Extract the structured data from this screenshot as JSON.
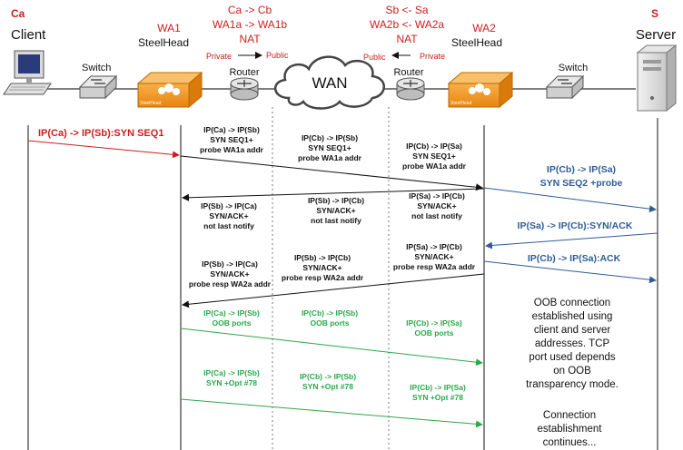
{
  "colors": {
    "red": "#cc1f1f",
    "black": "#111111",
    "blue": "#2e5c99",
    "green": "#2aa84a",
    "steelhead": "#f39a1e",
    "cloud_stroke": "#444444"
  },
  "nodes": {
    "ca_tag": "Ca",
    "client": "Client",
    "switch_left": "Switch",
    "wa1_tag": "WA1",
    "wa1_label": "SteelHead",
    "router_left": "Router",
    "wan": "WAN",
    "router_right": "Router",
    "wa2_tag": "WA2",
    "wa2_label": "SteelHead",
    "switch_right": "Switch",
    "s_tag": "S",
    "server": "Server",
    "steelhead_logo": "SteelHead"
  },
  "nat_left": {
    "line1": "Ca -> Cb",
    "line2": "WA1a -> WA1b",
    "line3": "NAT",
    "private": "Private",
    "public": "Public"
  },
  "nat_right": {
    "line1": "Sb <- Sa",
    "line2": "WA2b <- WA2a",
    "line3": "NAT",
    "public": "Public",
    "private": "Private"
  },
  "messages": {
    "m1": "IP(Ca) -> IP(Sb):SYN SEQ1",
    "m2a_1": "IP(Ca) -> IP(Sb)",
    "m2a_2": "SYN SEQ1+",
    "m2a_3": "probe WA1a addr",
    "m2b_1": "IP(Cb) -> IP(Sb)",
    "m2b_2": "SYN SEQ1+",
    "m2b_3": "probe WA1a addr",
    "m2c_1": "IP(Cb) -> IP(Sa)",
    "m2c_2": "SYN SEQ1+",
    "m2c_3": "probe WA1a addr",
    "m3_1": "IP(Cb) -> IP(Sa)",
    "m3_2": "SYN SEQ2 +probe",
    "m4a_1": "IP(Sb) -> IP(Ca)",
    "m4a_2": "SYN/ACK+",
    "m4a_3": "not last notify",
    "m4b_1": "IP(Sb) -> IP(Cb)",
    "m4b_2": "SYN/ACK+",
    "m4b_3": "not last notify",
    "m4c_1": "IP(Sa) -> IP(Cb)",
    "m4c_2": "SYN/ACK+",
    "m4c_3": "not last notify",
    "m5": "IP(Sa) -> IP(Cb):SYN/ACK",
    "m6a_1": "IP(Sb) -> IP(Ca)",
    "m6a_2": "SYN/ACK+",
    "m6a_3": "probe resp WA2a addr",
    "m6b_1": "IP(Sb) -> IP(Cb)",
    "m6b_2": "SYN/ACK+",
    "m6b_3": "probe resp WA2a addr",
    "m6c_1": "IP(Sa) -> IP(Cb)",
    "m6c_2": "SYN/ACK+",
    "m6c_3": "probe resp WA2a addr",
    "m7": "IP(Cb) -> IP(Sa):ACK",
    "m8a_1": "IP(Ca) -> IP(Sb)",
    "m8a_2": "OOB ports",
    "m8b_1": "IP(Cb) -> IP(Sb)",
    "m8b_2": "OOB ports",
    "m8c_1": "IP(Cb) -> IP(Sa)",
    "m8c_2": "OOB ports",
    "m9a_1": "IP(Ca) -> IP(Sb)",
    "m9a_2": "SYN +Opt #78",
    "m9b_1": "IP(Cb) -> IP(Sb)",
    "m9b_2": "SYN +Opt #78",
    "m9c_1": "IP(Cb) -> IP(Sa)",
    "m9c_2": "SYN +Opt #78"
  },
  "notes": {
    "oob_1": "OOB connection",
    "oob_2": "established using",
    "oob_3": "client and server",
    "oob_4": "addresses. TCP",
    "oob_5": "port used depends",
    "oob_6": "on OOB",
    "oob_7": "transparency mode.",
    "cont_1": "Connection",
    "cont_2": "establishment",
    "cont_3": "continues..."
  }
}
